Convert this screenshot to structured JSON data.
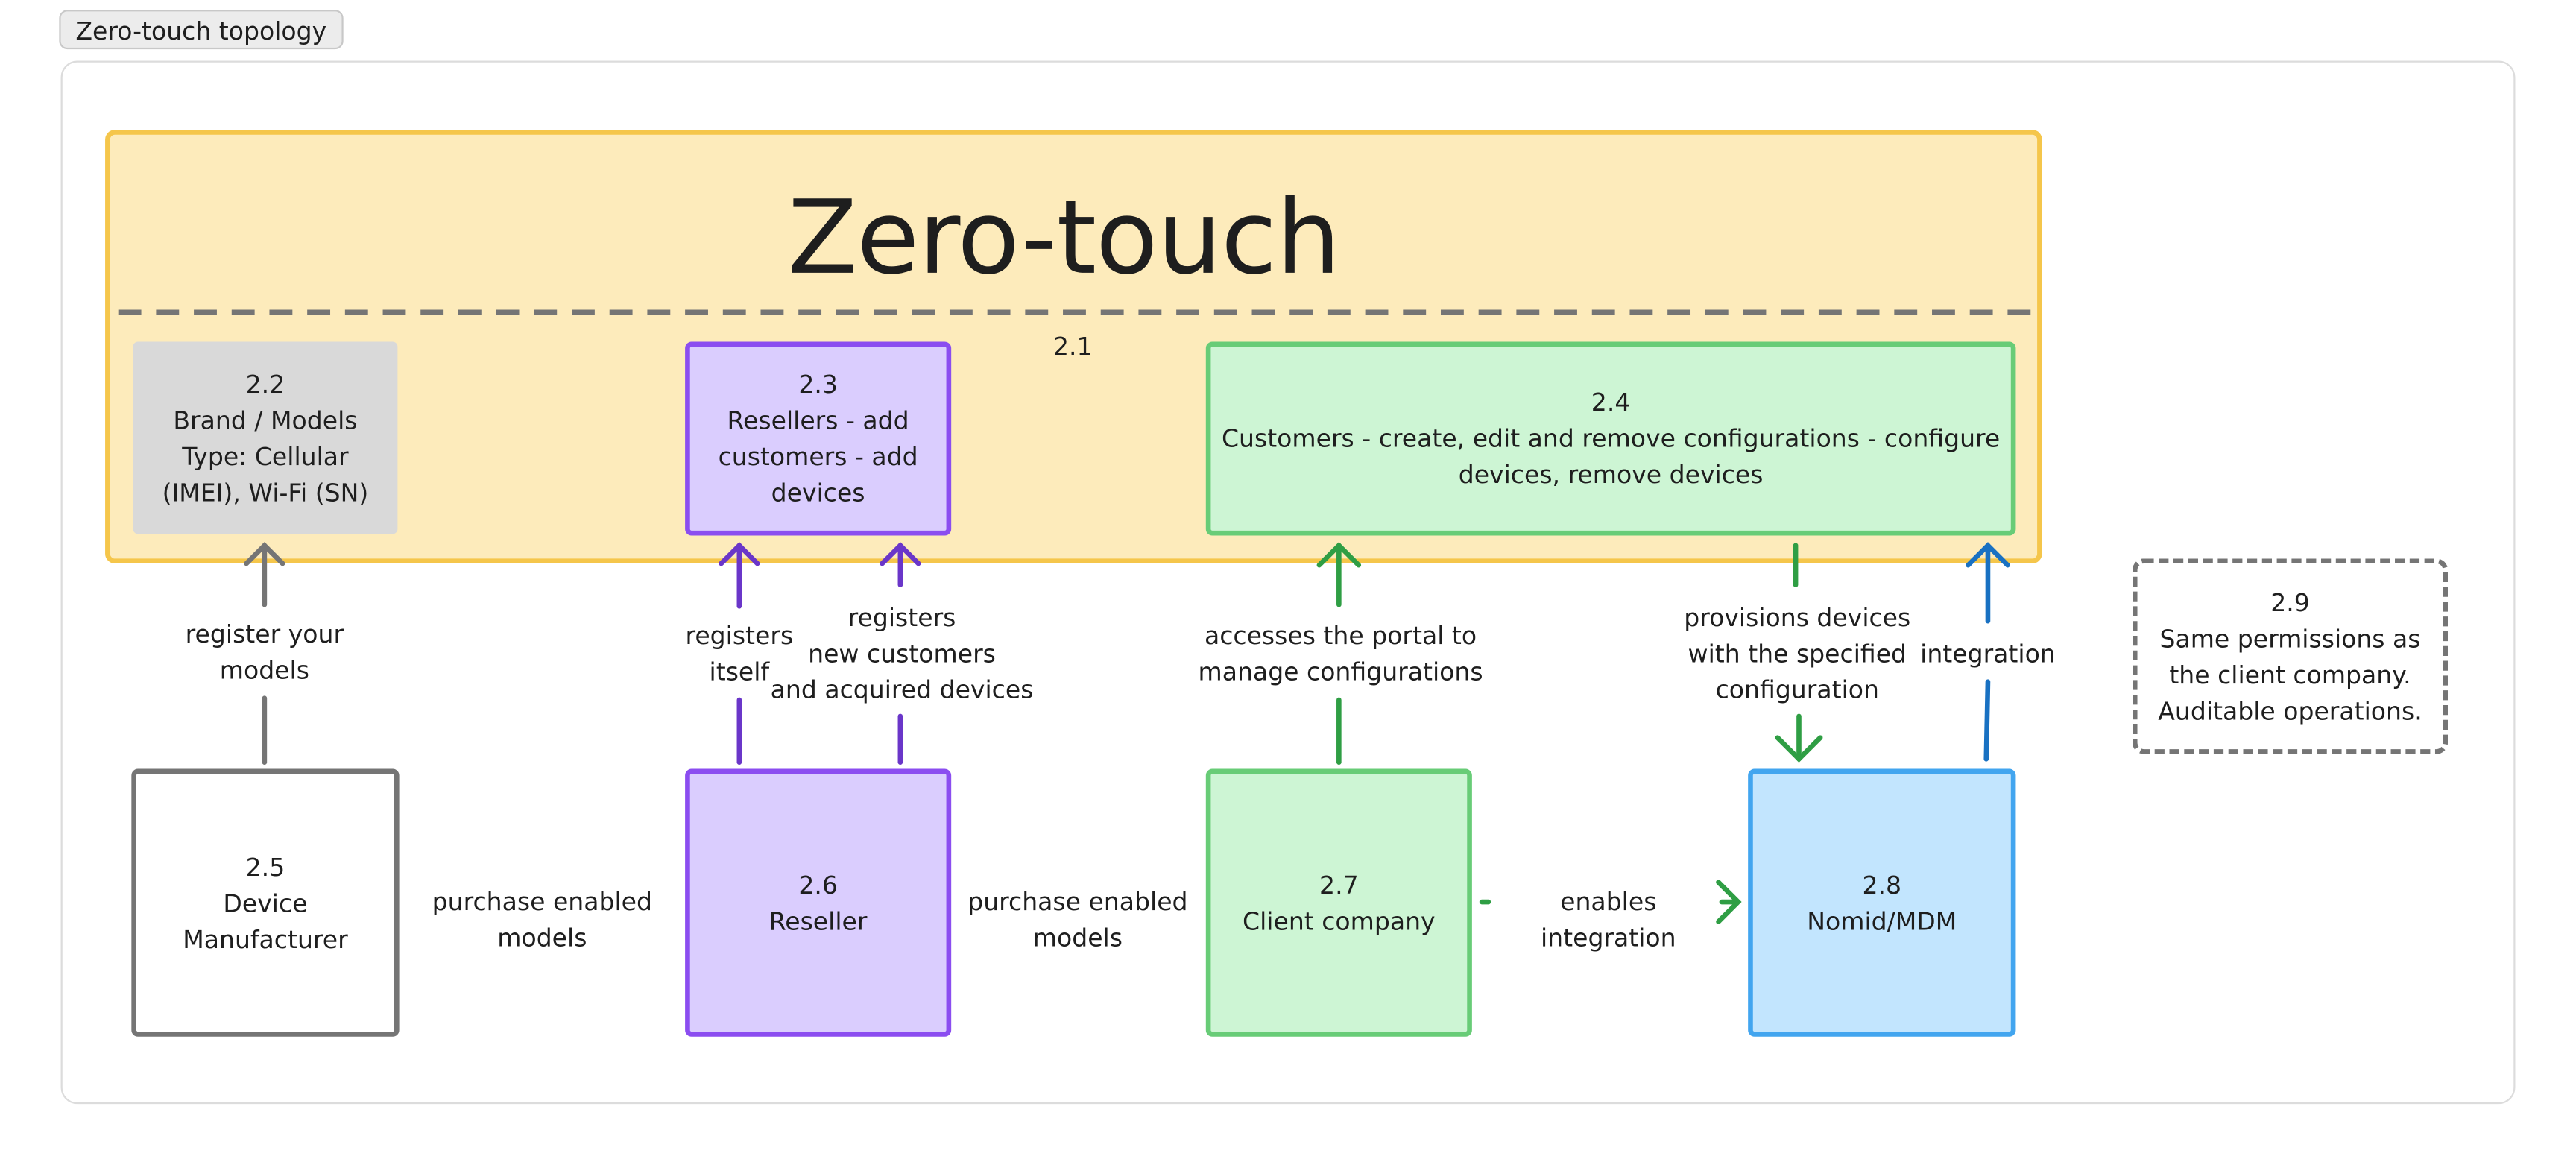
{
  "frame": {
    "title": "Zero-touch topology"
  },
  "zone": {
    "title": "Zero-touch",
    "id_label": "2.1"
  },
  "boxes": {
    "b22": "2.2\nBrand / Models\nType: Cellular\n(IMEI), Wi-Fi (SN)",
    "b23": "2.3\nResellers - add\ncustomers - add\ndevices",
    "b24": "2.4\nCustomers - create, edit and remove configurations - configure\ndevices, remove devices",
    "b25": "2.5\nDevice\nManufacturer",
    "b26": "2.6\nReseller",
    "b27": "2.7\nClient company",
    "b28": "2.8\nNomid/MDM",
    "b29": "2.9\nSame permissions as\nthe client company.\nAuditable operations."
  },
  "edges": {
    "register_models": "register your\nmodels",
    "registers_itself": "registers\nitself",
    "registers_new": "registers\nnew customers\nand acquired devices",
    "accesses_portal": "accesses the portal to\nmanage configurations",
    "provisions": "provisions devices\nwith the specified\nconfiguration",
    "integration": "integration",
    "purchase_1": "purchase enabled models",
    "purchase_2": "purchase enabled models",
    "enables_integration": "enables integration"
  },
  "colors": {
    "gray": "#757575",
    "purple": "#6a36c9",
    "green": "#2f9e44",
    "blue": "#1971c2",
    "zone_border": "#f5c64b"
  }
}
